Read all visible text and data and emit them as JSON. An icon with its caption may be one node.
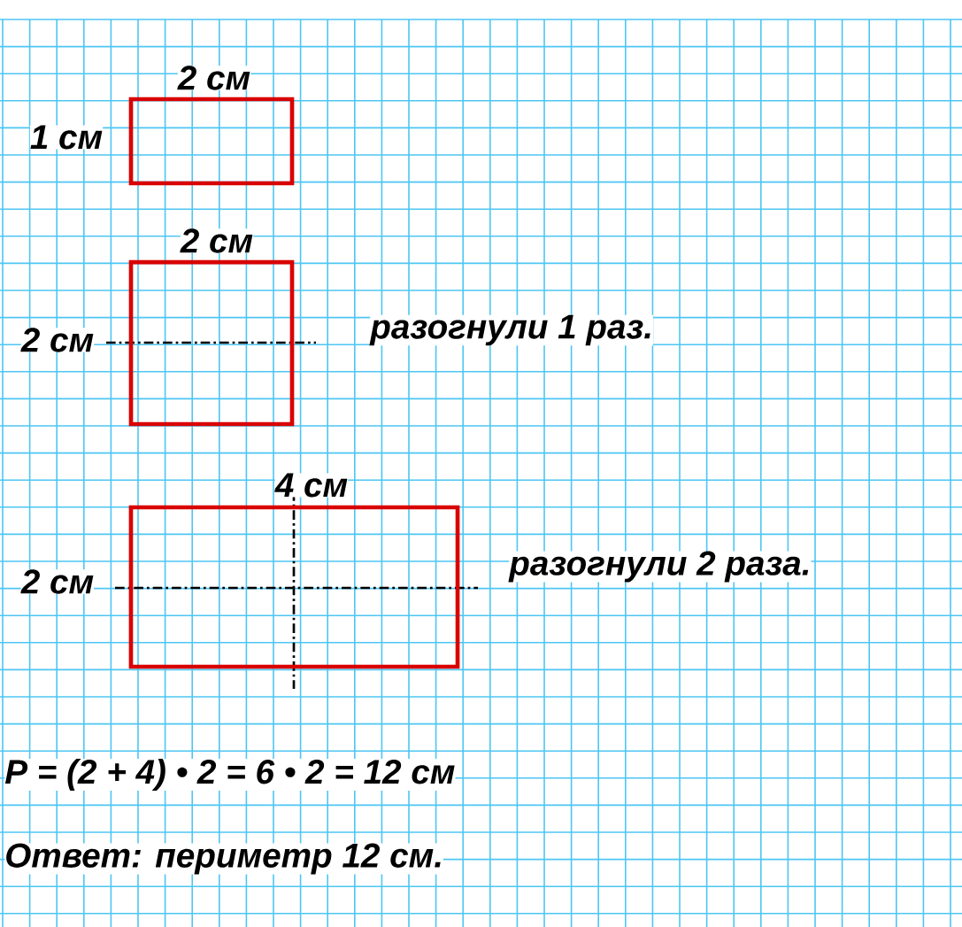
{
  "diagram": {
    "nodes": [
      {
        "text": [],
        "shape": "box",
        "beside": [
          "2 см",
          "1 см"
        ]
      },
      {
        "text": [],
        "shape": "box",
        "beside": [
          "2 см",
          "2 см",
          "разогнули 1 раз."
        ]
      },
      {
        "text": [],
        "shape": "box",
        "beside": [
          "4 см",
          "2 см",
          "разогнули 2 раза."
        ]
      }
    ],
    "labels": [
      "P = (2 + 4) • 2 = 6 • 2 = 12 см",
      "Ответ: периметр 12 см."
    ]
  }
}
